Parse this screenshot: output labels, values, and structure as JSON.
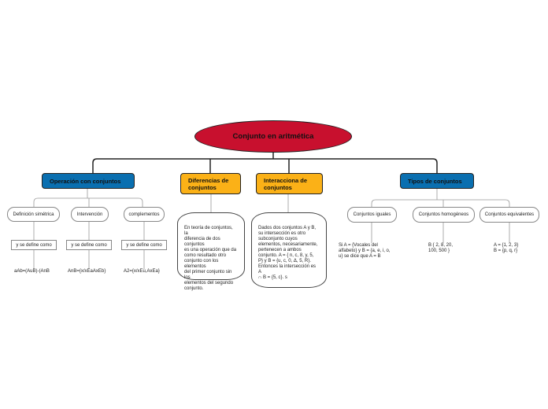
{
  "root": {
    "label": "Conjunto en aritmética"
  },
  "topics": {
    "operacion": {
      "label": "Operación con conjuntos"
    },
    "diferencias": {
      "label": "Diferencias de\nconjuntos"
    },
    "interacciona": {
      "label": "Interacciona de\nconjuntos"
    },
    "tipos": {
      "label": "Tipos de conjuntos"
    }
  },
  "operacion_children": [
    {
      "label": "Definición simétrica",
      "link": "y se define como",
      "formula": "aAb=(AuB)-(AnB"
    },
    {
      "label": "Intervención",
      "link": "y se define como",
      "formula": "AnB={x/xEaAxEb}"
    },
    {
      "label": "complementos",
      "link": "y se define como",
      "formula": "A2={x/xEu,AxEa}"
    }
  ],
  "diferencias_text": "En teoría de conjuntos, la\ndiferencia de dos conjuntos\nes una operación que da\ncomo resultado otro\nconjunto con los elementos\ndel primer conjunto sin los\nelementos del segundo\nconjunto.",
  "interacciona_text": "Dados dos conjuntos A y B,\nsu intersección es otro\nsubconjunto cuyos\nelementos, necesariamente,\npertenecen a ambos\nconjunto. A = { n, c, 8, y, 5,\nP} y B = {u, c, 0, Δ, 5, R}.\nEntonces la intersección es A\n∩ B = {5, c}. s",
  "tipos_children": [
    {
      "label": "Conjuntos iguales",
      "text": "Si A = {Vocales del\nalfabeto} y B = {a, e, i, o,\nu} se dice que A = B"
    },
    {
      "label": "Conjuntos homogéneos",
      "text": "B { 2, 8, 20,\n100, 500 }"
    },
    {
      "label": "Conjuntos equivalentes",
      "text": "A = {1, 2, 3}\nB = {p, q, r}"
    }
  ]
}
